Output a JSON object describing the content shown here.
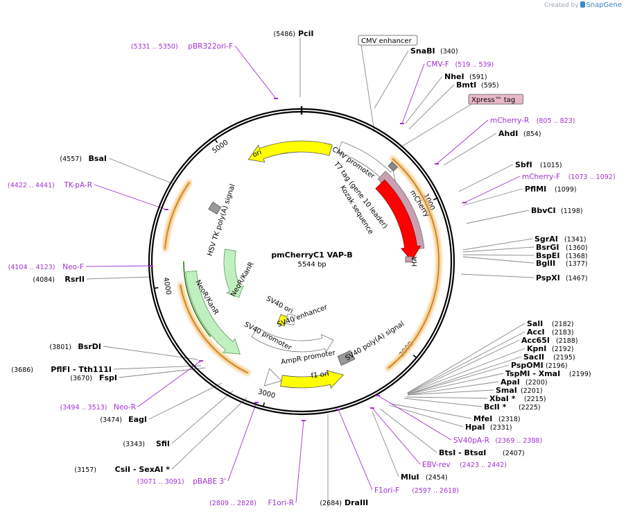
{
  "watermark": {
    "prefix": "Created by",
    "brand": "SnapGene"
  },
  "plasmid": {
    "name": "pmCherryC1 VAP-B",
    "size_label": "5544 bp",
    "length": 5544
  },
  "ticks": [
    "1000",
    "2000",
    "3000",
    "4000",
    "5000"
  ],
  "features": [
    {
      "name": "ori",
      "color": "#ffff00",
      "dir": "ccw"
    },
    {
      "name": "CMV promoter",
      "color": "#ffffff",
      "dir": "cw"
    },
    {
      "name": "mCherry",
      "color": "#ff0000",
      "dir": "cw"
    },
    {
      "name": "HA",
      "color": "#c8a0b0",
      "dir": "cw"
    },
    {
      "name": "T7 tag (gene 10 leader)",
      "color": "#c8a0b0",
      "dir": "cw"
    },
    {
      "name": "Kozak sequence",
      "color": "#888888",
      "dir": "none"
    },
    {
      "name": "SV40 poly(A) signal",
      "color": "#999999",
      "dir": "none"
    },
    {
      "name": "f1 ori",
      "color": "#ffff00",
      "dir": "cw"
    },
    {
      "name": "AmpR promoter",
      "color": "#ffffff",
      "dir": "ccw"
    },
    {
      "name": "SV40 promoter",
      "color": "#ffffff",
      "dir": "ccw"
    },
    {
      "name": "SV40 ori",
      "color": "#ffff00",
      "dir": "none"
    },
    {
      "name": "SV40 enhancer",
      "color": "#ffffff",
      "dir": "none"
    },
    {
      "name": "NeoR/KanR",
      "color": "#c0f0c0",
      "dir": "ccw"
    },
    {
      "name": "HSV TK poly(A) signal",
      "color": "#999999",
      "dir": "none"
    }
  ],
  "sites": [
    {
      "name": "PciI",
      "pos": "(5486)"
    },
    {
      "name": "SnaBI",
      "pos": "(340)"
    },
    {
      "name": "NheI",
      "pos": "(591)"
    },
    {
      "name": "BmtI",
      "pos": "(595)"
    },
    {
      "name": "AhdI",
      "pos": "(854)"
    },
    {
      "name": "SbfI",
      "pos": "(1015)"
    },
    {
      "name": "PflMI",
      "pos": "(1099)"
    },
    {
      "name": "BbvCI",
      "pos": "(1198)"
    },
    {
      "name": "SgrAI",
      "pos": "(1341)"
    },
    {
      "name": "BsrGI",
      "pos": "(1360)"
    },
    {
      "name": "BspEI",
      "pos": "(1368)"
    },
    {
      "name": "BglII",
      "pos": "(1377)"
    },
    {
      "name": "PspXI",
      "pos": "(1467)"
    },
    {
      "name": "SalI",
      "pos": "(2182)"
    },
    {
      "name": "AccI",
      "pos": "(2183)"
    },
    {
      "name": "Acc65I",
      "pos": "(2188)"
    },
    {
      "name": "KpnI",
      "pos": "(2192)"
    },
    {
      "name": "SacII",
      "pos": "(2195)"
    },
    {
      "name": "PspOMI",
      "pos": "(2196)"
    },
    {
      "name": "TspMI - XmaI",
      "pos": "(2199)"
    },
    {
      "name": "ApaI",
      "pos": "(2200)"
    },
    {
      "name": "SmaI",
      "pos": "(2201)"
    },
    {
      "name": "XbaI *",
      "pos": "(2215)"
    },
    {
      "name": "BclI *",
      "pos": "(2225)"
    },
    {
      "name": "MfeI",
      "pos": "(2318)"
    },
    {
      "name": "HpaI",
      "pos": "(2331)"
    },
    {
      "name": "BtsI - BtsαI",
      "pos": "(2407)"
    },
    {
      "name": "MluI",
      "pos": "(2454)"
    },
    {
      "name": "DraIII",
      "pos": "(2684)"
    },
    {
      "name": "CsiI - SexAI *",
      "pos": "(3157)"
    },
    {
      "name": "SfiI",
      "pos": "(3343)"
    },
    {
      "name": "EagI",
      "pos": "(3474)"
    },
    {
      "name": "FspI",
      "pos": "(3670)"
    },
    {
      "name": "PflFI - Tth111I",
      "pos": "(3686)"
    },
    {
      "name": "BsrDI",
      "pos": "(3801)"
    },
    {
      "name": "RsrII",
      "pos": "(4084)"
    },
    {
      "name": "BsaI",
      "pos": "(4557)"
    }
  ],
  "primers": [
    {
      "name": "pBR322ori-F",
      "range": "(5331 .. 5350)"
    },
    {
      "name": "CMV-F",
      "range": "(519 .. 539)"
    },
    {
      "name": "mCherry-R",
      "range": "(805 .. 823)"
    },
    {
      "name": "mCherry-F",
      "range": "(1073 .. 1092)"
    },
    {
      "name": "SV40pA-R",
      "range": "(2369 .. 2388)"
    },
    {
      "name": "EBV-rev",
      "range": "(2423 .. 2442)"
    },
    {
      "name": "F1ori-F",
      "range": "(2597 .. 2618)"
    },
    {
      "name": "F1ori-R",
      "range": "(2809 .. 2828)"
    },
    {
      "name": "pBABE 3'",
      "range": "(3071 .. 3091)"
    },
    {
      "name": "Neo-R",
      "range": "(3494 .. 3513)"
    },
    {
      "name": "Neo-F",
      "range": "(4104 .. 4123)"
    },
    {
      "name": "TK-pA-R",
      "range": "(4422 .. 4441)"
    }
  ],
  "boxed_labels": [
    {
      "name": "CMV enhancer",
      "fill": "#ffffff"
    },
    {
      "name": "Xpress™ tag",
      "fill": "#e8b8c8"
    }
  ],
  "colors": {
    "primer": "#a030d0",
    "orf": "#f0a030",
    "backbone": "#000000"
  }
}
